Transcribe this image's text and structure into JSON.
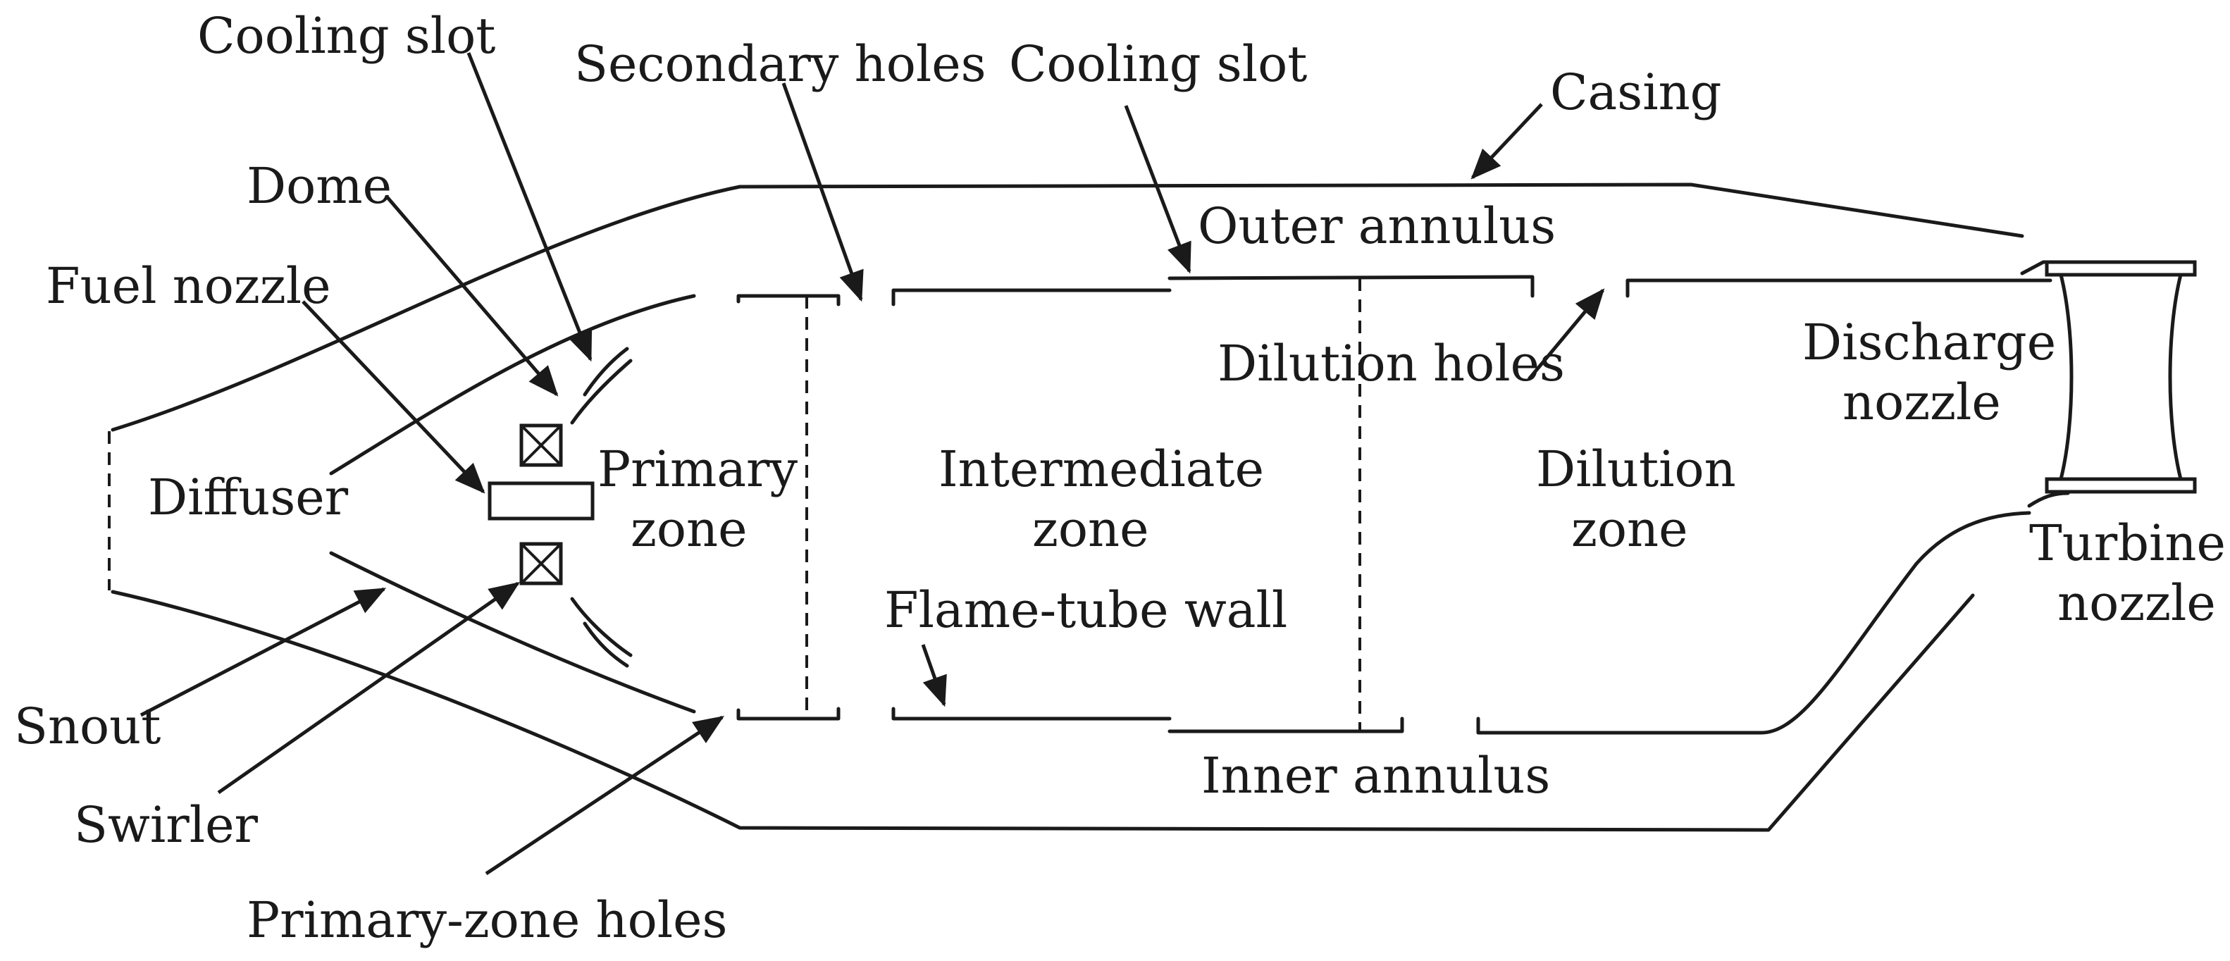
{
  "labels": {
    "cooling_slot_left": "Cooling slot",
    "secondary_holes": "Secondary holes",
    "cooling_slot_right": "Cooling slot",
    "casing": "Casing",
    "dome": "Dome",
    "outer_annulus": "Outer annulus",
    "fuel_nozzle": "Fuel nozzle",
    "dilution_holes": "Dilution holes",
    "discharge_nozzle_1": "Discharge",
    "discharge_nozzle_2": "nozzle",
    "primary_zone_1": "Primary",
    "primary_zone_2": "zone",
    "intermediate_zone_1": "Intermediate",
    "intermediate_zone_2": "zone",
    "dilution_zone_1": "Dilution",
    "dilution_zone_2": "zone",
    "diffuser": "Diffuser",
    "turbine_nozzle_1": "Turbine",
    "turbine_nozzle_2": "nozzle",
    "flame_tube_wall": "Flame-tube wall",
    "snout": "Snout",
    "inner_annulus": "Inner annulus",
    "swirler": "Swirler",
    "primary_zone_holes": "Primary-zone holes"
  }
}
